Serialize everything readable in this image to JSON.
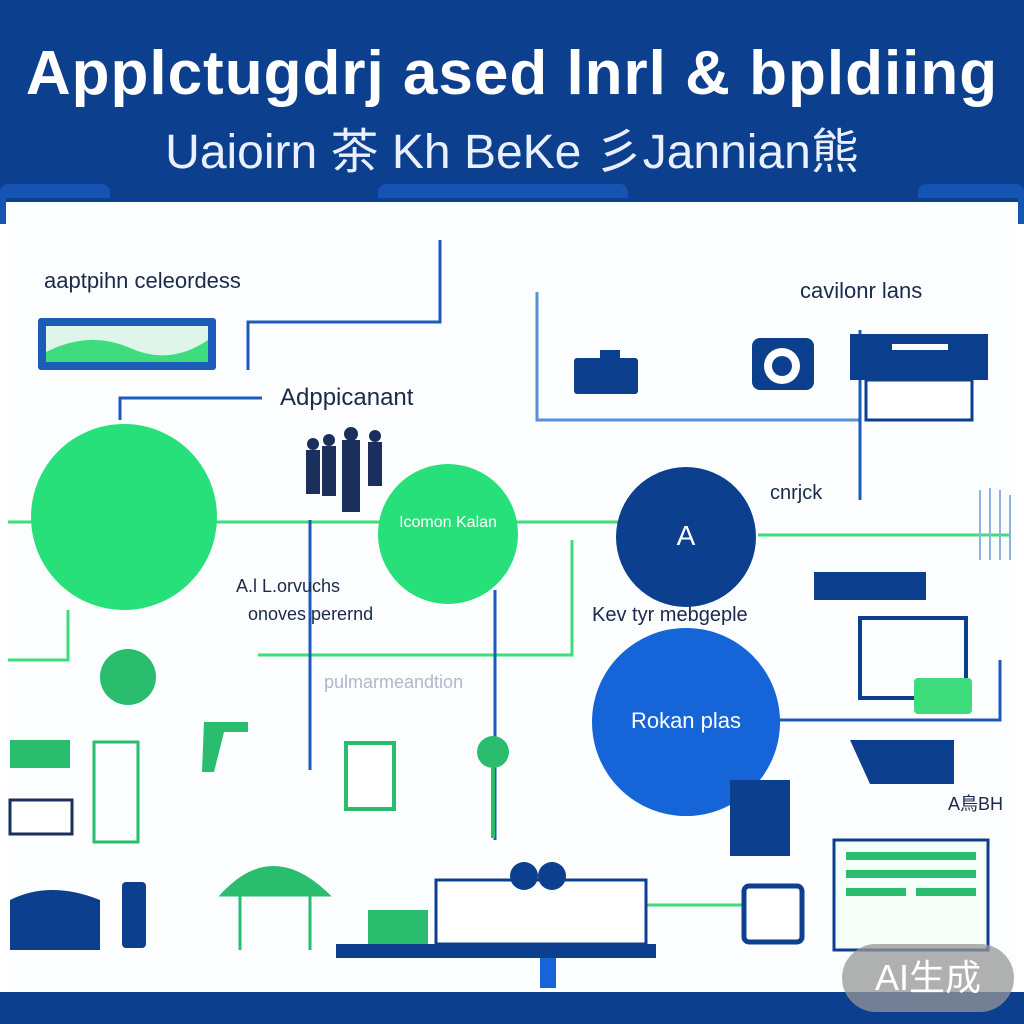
{
  "header": {
    "title_line1": "Applctugdrj ased lnrl & bpldiing",
    "title_line2": "Uaioirn 茶 Kh  BeKe 彡Jannian熊"
  },
  "labels": {
    "top_left": "aaptpihn celeordess",
    "top_right": "cavilonr lans",
    "applicant": "Adppicanant",
    "left_mid_1": "A.l L.orvuchs",
    "left_mid_2": "onoves perernd",
    "center_faint": "pulmarmeandtion",
    "right_mid": "Kev tyr mebgeple",
    "right_arrow": "cnrjck",
    "right_low": "A鳥BH"
  },
  "nodes": {
    "green_center_text": "Icomon Kalan",
    "dark_blue_text": "A",
    "blue_big_text": "Rokan plas"
  },
  "badge": {
    "text": "AI生成"
  },
  "colors": {
    "navy": "#0d3f8f",
    "blue": "#1565d8",
    "green": "#27e07a",
    "line_green": "#3fdc7e",
    "line_blue": "#1d5bb8"
  }
}
